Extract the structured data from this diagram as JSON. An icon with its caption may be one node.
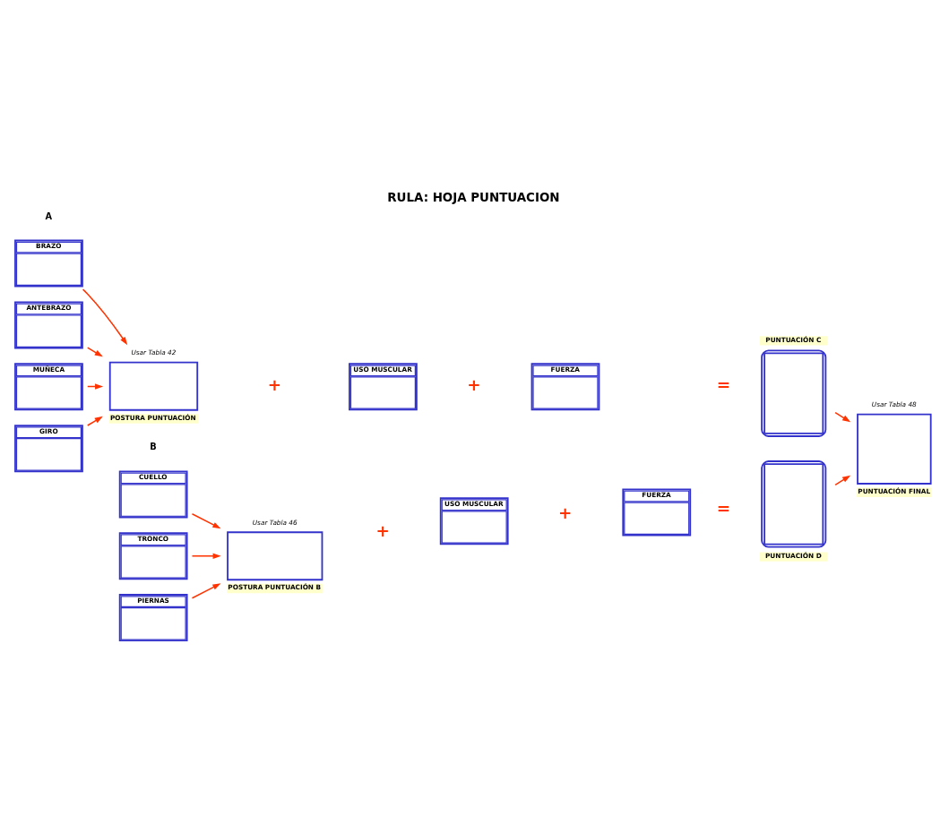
{
  "diagram": {
    "title": "RULA: HOJA PUNTUACION",
    "nodes": [
      {
        "text": [
          "BRAZO"
        ]
      },
      {
        "text": [
          "ANTEBRAZO"
        ]
      },
      {
        "text": [
          "MUÑECA"
        ]
      },
      {
        "text": [
          "GIRO"
        ]
      },
      {
        "text": [
          "POSTURA PUNTUACIÓN"
        ],
        "beside": [
          "Usar Tabla 42"
        ]
      },
      {
        "text": [
          "USO MUSCULAR"
        ]
      },
      {
        "text": [
          "FUERZA"
        ]
      },
      {
        "text": [
          "PUNTUACIÓN C"
        ]
      },
      {
        "text": [
          "PUNTUACIÓN FINAL"
        ],
        "beside": [
          "Usar Tabla 48"
        ]
      },
      {
        "text": [
          "CUELLO"
        ]
      },
      {
        "text": [
          "TRONCO"
        ]
      },
      {
        "text": [
          "PIERNAS"
        ]
      },
      {
        "text": [
          "POSTURA PUNTUACIÓN B"
        ],
        "beside": [
          "Usar Tabla 46"
        ]
      },
      {
        "text": [
          "USO MUSCULAR"
        ]
      },
      {
        "text": [
          "FUERZA"
        ]
      },
      {
        "text": [
          "PUNTUACIÓN D"
        ]
      }
    ],
    "edges": [
      {
        "from": 0,
        "to": 4,
        "arrow": "to"
      },
      {
        "from": 1,
        "to": 4,
        "arrow": "to"
      },
      {
        "from": 2,
        "to": 4,
        "arrow": "to"
      },
      {
        "from": 3,
        "to": 4,
        "arrow": "to"
      },
      {
        "from": 7,
        "to": 8,
        "arrow": "to"
      },
      {
        "from": 9,
        "to": 12,
        "arrow": "to"
      },
      {
        "from": 10,
        "to": 12,
        "arrow": "to"
      },
      {
        "from": 11,
        "to": 12,
        "arrow": "to"
      },
      {
        "from": 15,
        "to": 8,
        "arrow": "to"
      }
    ],
    "labels": [
      "A",
      "+",
      "+",
      "=",
      "B",
      "+",
      "+",
      "="
    ]
  }
}
